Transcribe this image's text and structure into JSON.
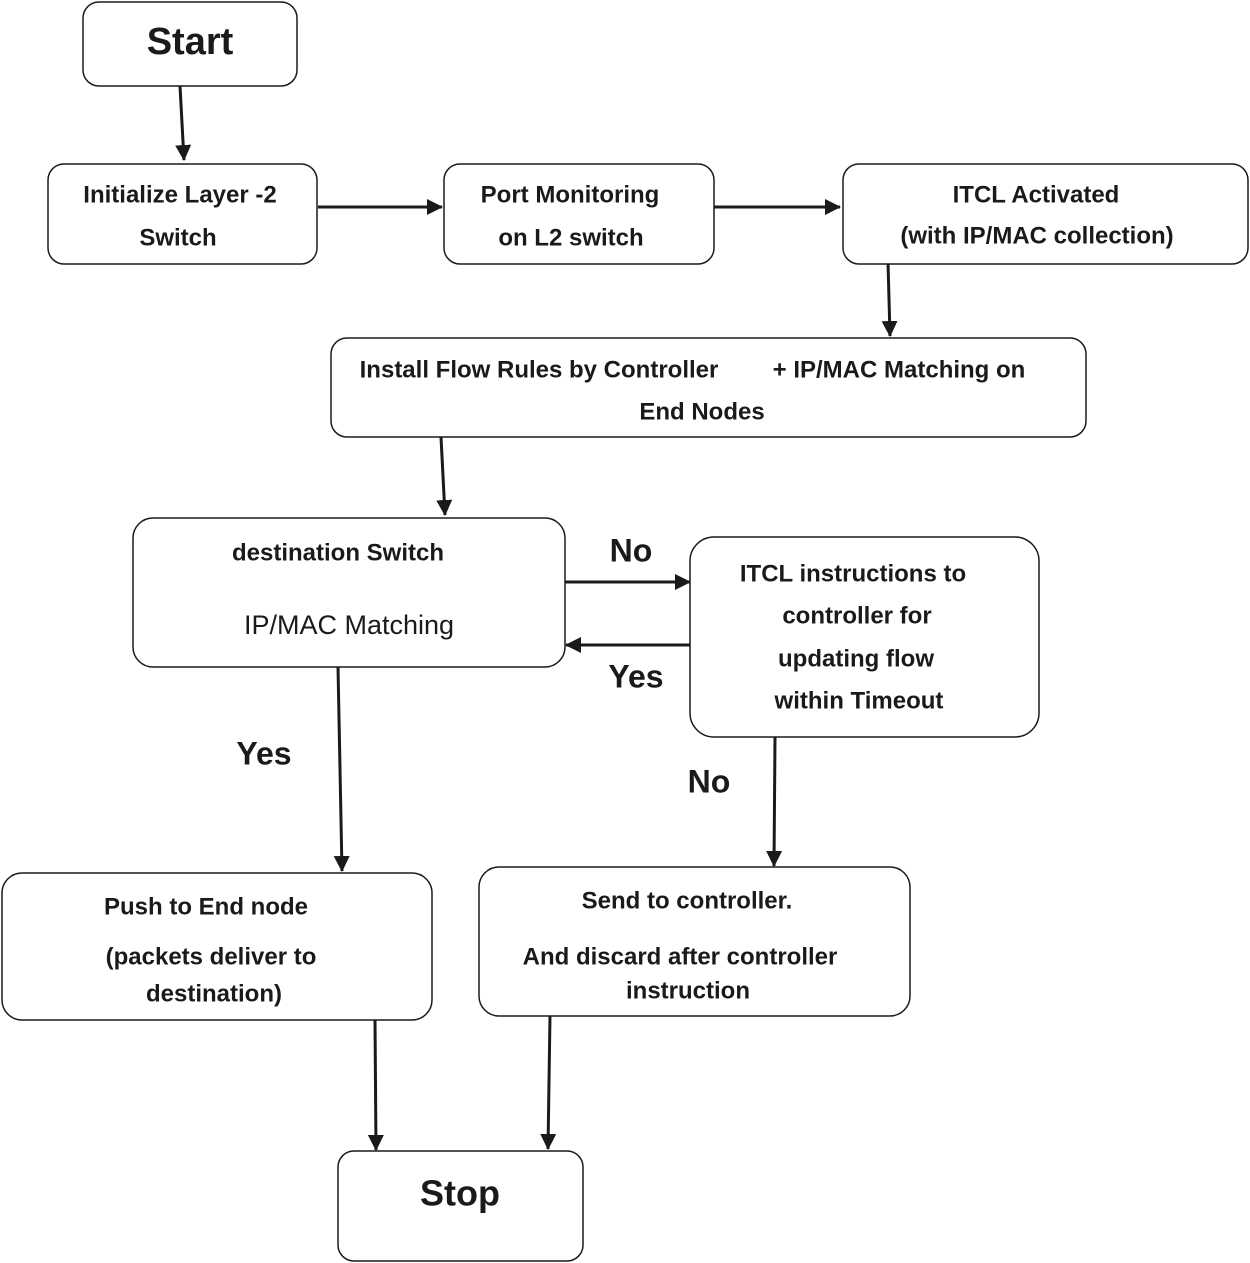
{
  "nodes": {
    "start": {
      "label": "Start"
    },
    "init_switch": {
      "line1": "Initialize Layer   -2",
      "line2": "Switch"
    },
    "port_monitoring": {
      "line1": "Port Monitoring",
      "line2": "on L2 switch"
    },
    "itcl_activated": {
      "line1": "ITCL Activated",
      "line2": "(with IP/MAC collection)"
    },
    "install_flow": {
      "line1_a": "Install Flow Rules by Controller",
      "line1_b": "+ IP/MAC Matching on",
      "line2": "End Nodes"
    },
    "destination_switch": {
      "line1": "destination Switch",
      "line2": "IP/MAC Matching"
    },
    "itcl_instructions": {
      "line1": "ITCL instructions to",
      "line2": "controller for",
      "line3": "updating flow",
      "line4": "within Timeout"
    },
    "push_end_node": {
      "line1": "Push to End node",
      "line2": "(packets deliver to",
      "line3": "destination)"
    },
    "send_controller": {
      "line1": "Send to controller.",
      "line2": "And discard after controller",
      "line3": "instruction"
    },
    "stop": {
      "label": "Stop"
    }
  },
  "edge_labels": {
    "dest_to_itcl_no": "No",
    "itcl_to_dest_yes": "Yes",
    "dest_to_push_yes": "Yes",
    "itcl_to_send_no": "No"
  },
  "colors": {
    "stroke": "#1a1a1a",
    "fill": "#ffffff"
  }
}
